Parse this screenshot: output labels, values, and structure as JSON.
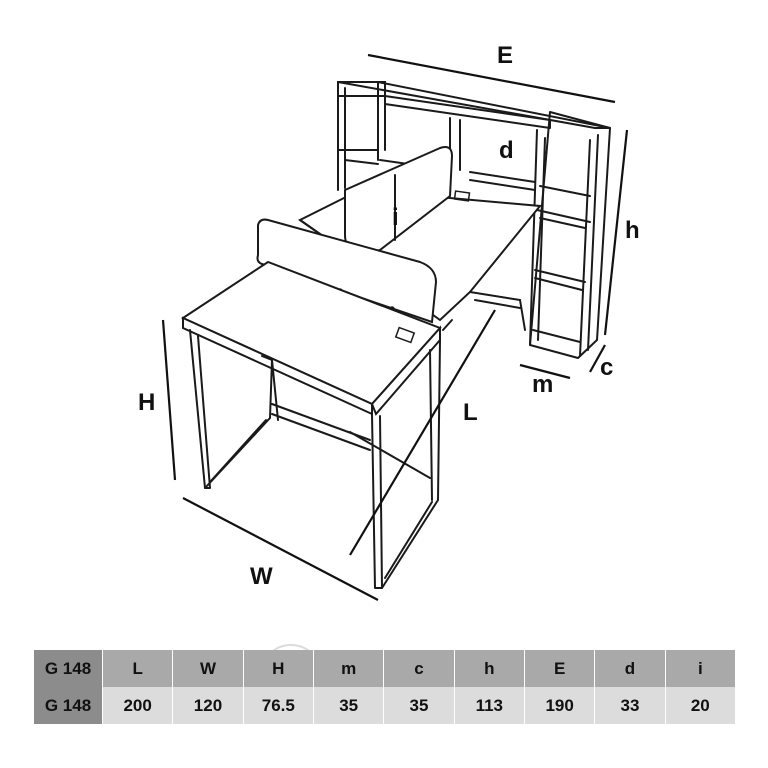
{
  "dimension_labels": {
    "E": "E",
    "d": "d",
    "h": "h",
    "i": "i",
    "H": "H",
    "L": "L",
    "m": "m",
    "c": "c",
    "W": "W"
  },
  "table": {
    "header": [
      "G 148",
      "L",
      "W",
      "H",
      "m",
      "c",
      "h",
      "E",
      "d",
      "i"
    ],
    "values": [
      "G 148",
      "200",
      "120",
      "76.5",
      "35",
      "35",
      "113",
      "190",
      "33",
      "20"
    ]
  }
}
